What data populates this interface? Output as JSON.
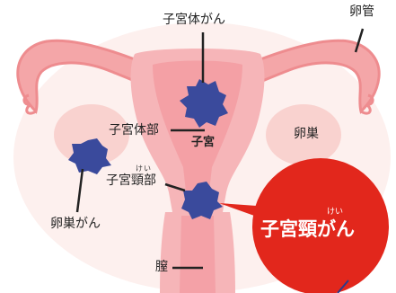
{
  "labels": {
    "uterine_body_cancer": "子宮体がん",
    "fallopian_tube": "卵管",
    "uterine_body": "子宮体部",
    "uterus": "子宮",
    "ovary": "卵巣",
    "cervix_ruby": "けい",
    "cervix": "子宮頸部",
    "ovarian_cancer": "卵巣がん",
    "vagina": "膣"
  },
  "callout": {
    "ruby": "けい",
    "text": "子宮頸がん"
  },
  "colors": {
    "tube_outline": "#ee8c8f",
    "tube_fill": "#f4a6a8",
    "uterus_fill": "#f6b5b8",
    "uterus_inner": "#f28e95",
    "ovary_fill": "#f9d2cf",
    "tumor": "#3a4a9c",
    "callout": "#e2271c",
    "leader": "#222222"
  }
}
